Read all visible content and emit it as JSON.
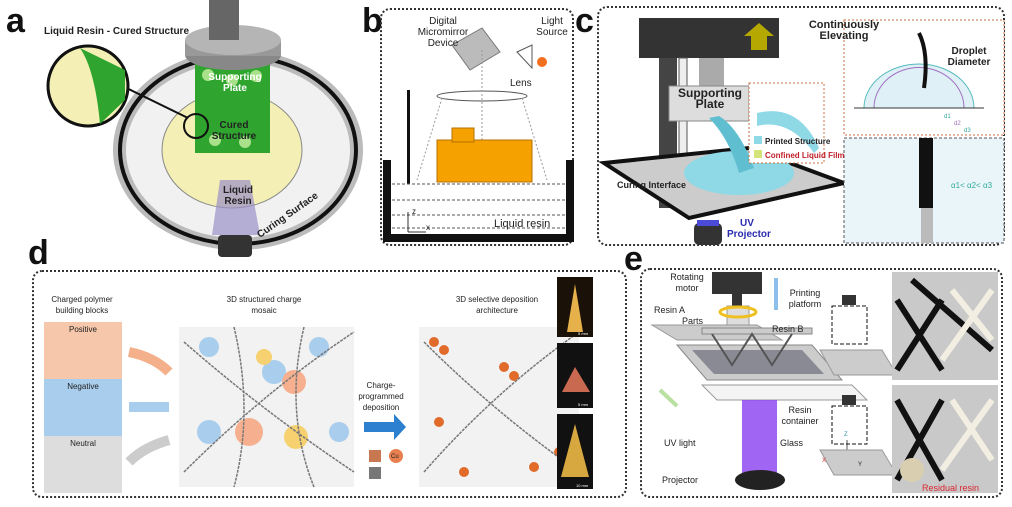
{
  "panels": {
    "a": {
      "letter": "a",
      "title": "Liquid Resin - Cured Structure",
      "supporting_plate": "Supporting Plate",
      "cured_structure": "Cured Structure",
      "liquid_resin": "Liquid Resin",
      "curing_surface": "Curing Surface"
    },
    "b": {
      "letter": "b",
      "dmd": "Digital Micromirror Device",
      "light_source": "Light Source",
      "lens": "Lens",
      "liquid_resin": "Liquid resin",
      "axis_z": "z",
      "axis_x": "x"
    },
    "c": {
      "letter": "c",
      "elevating": "Continuously Elevating",
      "supporting_plate": "Supporting Plate",
      "printed_structure": "Printed Structure",
      "confined_film": "Confined Liquid Film",
      "curing_interface": "Curing Interface",
      "uv_projector": "UV Projector",
      "droplet_diameter": "Droplet Diameter",
      "d_labels": [
        "d1",
        "d2",
        "d3"
      ],
      "alpha_relation": "α1< α2< α3"
    },
    "d": {
      "letter": "d",
      "building_blocks": "Charged polymer building blocks",
      "positive": "Positive",
      "negative": "Negative",
      "neutral": "Neutral",
      "mosaic": "3D structured charge mosaic",
      "deposition": "Charge-programmed deposition",
      "architecture": "3D selective deposition architecture",
      "cu": "Cu",
      "scale_bars": [
        "5 mm",
        "5 mm",
        "10 mm"
      ]
    },
    "e": {
      "letter": "e",
      "rotating_motor": "Rotating motor",
      "printing_platform": "Printing platform",
      "resin_a": "Resin A",
      "parts": "Parts",
      "resin_b": "Resin B",
      "resin_container": "Resin container",
      "uv_light": "UV light",
      "glass": "Glass",
      "projector": "Projector",
      "axis_x": "X",
      "axis_y": "Y",
      "axis_z": "Z",
      "residual_resin": "Residual resin"
    }
  },
  "colors": {
    "cured_green": "#2fa52f",
    "resin_yellow": "#f3efb5",
    "orange_part": "#f5a100",
    "printed_cyan": "#8fd9e6",
    "film_yellow": "#d6e27a",
    "uv_purple": "#8a3ff0",
    "positive_bg": "#f6c7aa",
    "negative_bg": "#a9cdec",
    "neutral_bg": "#dddddd",
    "residual_red": "#d8262f"
  }
}
